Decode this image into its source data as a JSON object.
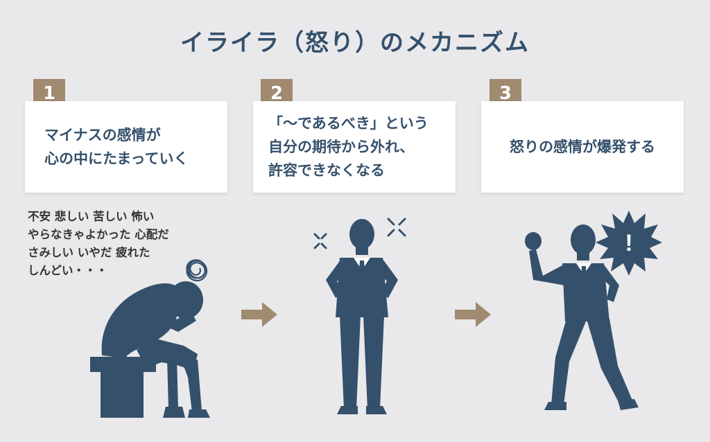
{
  "title": "イライラ（怒り）のメカニズム",
  "colors": {
    "navy": "#34506b",
    "badge": "#a08a70",
    "arrow": "#a08a70"
  },
  "steps": [
    {
      "number": "1",
      "text": "マイナスの感情が\n心の中にたまっていく"
    },
    {
      "number": "2",
      "text": "「～であるべき」という\n自分の期待から外れ、\n許容できなくなる"
    },
    {
      "number": "3",
      "text": "怒りの感情が爆発する"
    }
  ],
  "emotions": "不安 悲しい 苦しい 怖い\nやらなきゃよかった 心配だ\nさみしい いやだ 疲れた\nしんどい・・・",
  "burst_mark": "!",
  "icons": [
    "scribble-icon",
    "anger-mark-icon",
    "arrow-right-icon",
    "explosion-icon"
  ]
}
